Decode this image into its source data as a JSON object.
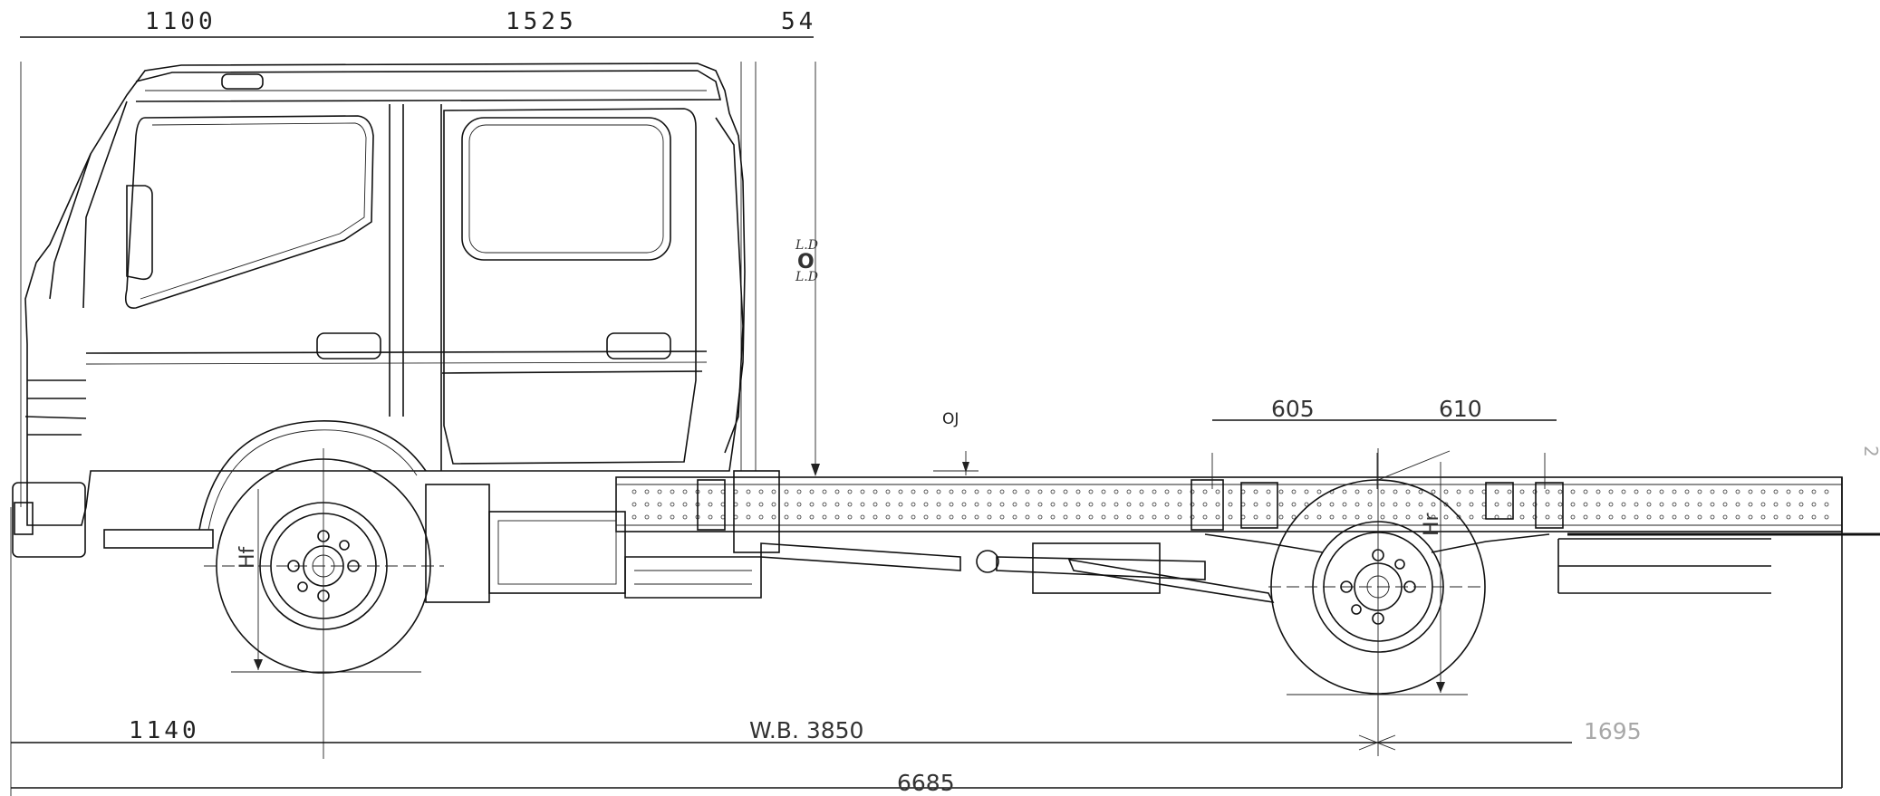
{
  "dimensions": {
    "cab_front_overhang": "1100",
    "cab_length": "1525",
    "cab_gap": "54",
    "frame_section_rear": "605",
    "frame_section_far": "610",
    "front_overhang": "1140",
    "wheelbase": "W.B. 3850",
    "rear_overhang": "1695",
    "overall_length": "6685"
  },
  "labels": {
    "front_wheel_height": "Hf",
    "rear_wheel_height": "Hr",
    "frame_offset": "OJ",
    "cab_height_marker": "O",
    "cab_height_marker_top": "L.D",
    "cab_height_marker_bottom": "L.D",
    "edge_mark": "2"
  },
  "colors": {
    "line": "#111111",
    "dim_grey": "#a8a8a8",
    "background": "#ffffff"
  }
}
